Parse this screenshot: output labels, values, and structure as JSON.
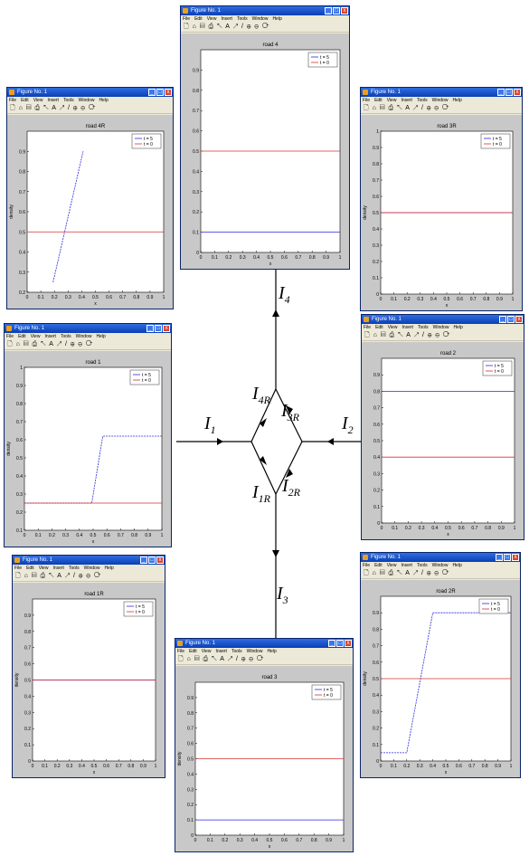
{
  "menu": [
    "File",
    "Edit",
    "View",
    "Insert",
    "Tools",
    "Window",
    "Help"
  ],
  "toolbar_glyphs": "🗋 ⌂ ▤ ⎙ ↖ A ↗ / ⊕ ⊖ ⟳",
  "colors": {
    "series1": "#2a2ad8",
    "series2": "#d83030",
    "axes_bg": "#ffffff",
    "fig_bg": "#c8c8c8",
    "window": "#ece9d8",
    "title": "#0a3fb5"
  },
  "diagram": {
    "labels": {
      "I1": "I",
      "I1s": "1",
      "I2": "I",
      "I2s": "2",
      "I3": "I",
      "I3s": "3",
      "I4": "I",
      "I4s": "4",
      "I1R": "I",
      "I1Rs": "1R",
      "I2R": "I",
      "I2Rs": "2R",
      "I3R": "I",
      "I3Rs": "3R",
      "I4R": "I",
      "I4Rs": "4R"
    }
  },
  "windows": [
    {
      "id": "w4",
      "title": "Figure No. 1",
      "chart": {
        "type": "line",
        "title": "road 4",
        "xlabel": "x",
        "ylabel": "",
        "xlim": [
          0,
          1
        ],
        "ylim": [
          0,
          1
        ],
        "xticks": [
          "0",
          "0.1",
          "0.2",
          "0.3",
          "0.4",
          "0.5",
          "0.6",
          "0.7",
          "0.8",
          "0.9",
          "1"
        ],
        "yticks": [
          "0",
          "0.1",
          "0.2",
          "0.3",
          "0.4",
          "0.5",
          "0.6",
          "0.7",
          "0.8",
          "0.9"
        ],
        "legend": [
          "t = 5",
          "t = 0"
        ],
        "series": [
          {
            "name": "t = 5",
            "color": "#2a2ad8",
            "dashed": false,
            "points": [
              [
                0,
                0.1
              ],
              [
                1,
                0.1
              ]
            ]
          },
          {
            "name": "t = 0",
            "color": "#d83030",
            "dashed": false,
            "points": [
              [
                0,
                0.5
              ],
              [
                1,
                0.5
              ]
            ]
          }
        ]
      }
    },
    {
      "id": "w4r",
      "title": "Figure No. 1",
      "chart": {
        "type": "line",
        "title": "road 4R",
        "xlabel": "x",
        "ylabel": "density",
        "xlim": [
          0,
          1
        ],
        "ylim": [
          0.2,
          1
        ],
        "xticks": [
          "0",
          "0.1",
          "0.2",
          "0.3",
          "0.4",
          "0.5",
          "0.6",
          "0.7",
          "0.8",
          "0.9",
          "1"
        ],
        "yticks": [
          "0.2",
          "0.3",
          "0.4",
          "0.5",
          "0.6",
          "0.7",
          "0.8",
          "0.9"
        ],
        "legend": [
          "t = 5",
          "t = 0"
        ],
        "series": [
          {
            "name": "t = 5",
            "color": "#2a2ad8",
            "dashed": true,
            "points": [
              [
                0.19,
                0.25
              ],
              [
                0.41,
                0.9
              ]
            ]
          },
          {
            "name": "t = 0",
            "color": "#d83030",
            "dashed": false,
            "points": [
              [
                0,
                0.5
              ],
              [
                1,
                0.5
              ]
            ]
          }
        ]
      }
    },
    {
      "id": "w3r",
      "title": "Figure No. 1",
      "chart": {
        "type": "line",
        "title": "road 3R",
        "xlabel": "x",
        "ylabel": "density",
        "xlim": [
          0,
          1
        ],
        "ylim": [
          0,
          1
        ],
        "xticks": [
          "0",
          "0.1",
          "0.2",
          "0.3",
          "0.4",
          "0.5",
          "0.6",
          "0.7",
          "0.8",
          "0.9",
          "1"
        ],
        "yticks": [
          "0",
          "0.1",
          "0.2",
          "0.3",
          "0.4",
          "0.5",
          "0.6",
          "0.7",
          "0.8",
          "0.9",
          "1"
        ],
        "legend": [
          "t = 5",
          "t = 0"
        ],
        "series": [
          {
            "name": "t = 5",
            "color": "#2a2ad8",
            "dashed": false,
            "points": [
              [
                0,
                0.5
              ],
              [
                1,
                0.5
              ]
            ]
          },
          {
            "name": "t = 0",
            "color": "#d83030",
            "dashed": false,
            "points": [
              [
                0,
                0.5
              ],
              [
                1,
                0.5
              ]
            ]
          }
        ]
      }
    },
    {
      "id": "w1",
      "title": "Figure No. 1",
      "chart": {
        "type": "line",
        "title": "road 1",
        "xlabel": "x",
        "ylabel": "density",
        "xlim": [
          0,
          1
        ],
        "ylim": [
          0.1,
          1
        ],
        "xticks": [
          "0",
          "0.1",
          "0.2",
          "0.3",
          "0.4",
          "0.5",
          "0.6",
          "0.7",
          "0.8",
          "0.9",
          "1"
        ],
        "yticks": [
          "0.1",
          "0.2",
          "0.3",
          "0.4",
          "0.5",
          "0.6",
          "0.7",
          "0.8",
          "0.9",
          "1"
        ],
        "legend": [
          "t = 5",
          "t = 0"
        ],
        "series": [
          {
            "name": "t = 5",
            "color": "#2a2ad8",
            "dashed": true,
            "points": [
              [
                0,
                0.25
              ],
              [
                0.49,
                0.25
              ],
              [
                0.57,
                0.62
              ],
              [
                1,
                0.62
              ]
            ]
          },
          {
            "name": "t = 0",
            "color": "#d83030",
            "dashed": false,
            "points": [
              [
                0,
                0.25
              ],
              [
                1,
                0.25
              ]
            ]
          }
        ]
      }
    },
    {
      "id": "w2",
      "title": "Figure No. 1",
      "chart": {
        "type": "line",
        "title": "road 2",
        "xlabel": "x",
        "ylabel": "",
        "xlim": [
          0,
          1
        ],
        "ylim": [
          0,
          1
        ],
        "xticks": [
          "0",
          "0.1",
          "0.2",
          "0.3",
          "0.4",
          "0.5",
          "0.6",
          "0.7",
          "0.8",
          "0.9",
          "1"
        ],
        "yticks": [
          "0",
          "0.1",
          "0.2",
          "0.3",
          "0.4",
          "0.5",
          "0.6",
          "0.7",
          "0.8",
          "0.9"
        ],
        "legend": [
          "t = 5",
          "t = 0"
        ],
        "series": [
          {
            "name": "t = 5",
            "color": "#2a2ad8",
            "dashed": false,
            "points": [
              [
                0,
                0.8
              ],
              [
                1,
                0.8
              ]
            ]
          },
          {
            "name": "t = 0",
            "color": "#d83030",
            "dashed": false,
            "points": [
              [
                0,
                0.4
              ],
              [
                1,
                0.4
              ]
            ]
          }
        ]
      }
    },
    {
      "id": "w1r",
      "title": "Figure No. 1",
      "chart": {
        "type": "line",
        "title": "road 1R",
        "xlabel": "x",
        "ylabel": "density",
        "xlim": [
          0,
          1
        ],
        "ylim": [
          0,
          1
        ],
        "xticks": [
          "0",
          "0.1",
          "0.2",
          "0.3",
          "0.4",
          "0.5",
          "0.6",
          "0.7",
          "0.8",
          "0.9",
          "1"
        ],
        "yticks": [
          "0",
          "0.1",
          "0.2",
          "0.3",
          "0.4",
          "0.5",
          "0.6",
          "0.7",
          "0.8",
          "0.9"
        ],
        "legend": [
          "t = 5",
          "t = 0"
        ],
        "series": [
          {
            "name": "t = 5",
            "color": "#2a2ad8",
            "dashed": false,
            "points": [
              [
                0,
                0.5
              ],
              [
                1,
                0.5
              ]
            ]
          },
          {
            "name": "t = 0",
            "color": "#d83030",
            "dashed": false,
            "points": [
              [
                0,
                0.5
              ],
              [
                1,
                0.5
              ]
            ]
          }
        ]
      }
    },
    {
      "id": "w2r",
      "title": "Figure No. 1",
      "chart": {
        "type": "line",
        "title": "road 2R",
        "xlabel": "x",
        "ylabel": "density",
        "xlim": [
          0,
          1
        ],
        "ylim": [
          0,
          1
        ],
        "xticks": [
          "0",
          "0.1",
          "0.2",
          "0.3",
          "0.4",
          "0.5",
          "0.6",
          "0.7",
          "0.8",
          "0.9",
          "1"
        ],
        "yticks": [
          "0",
          "0.1",
          "0.2",
          "0.3",
          "0.4",
          "0.5",
          "0.6",
          "0.7",
          "0.8",
          "0.9"
        ],
        "legend": [
          "t = 5",
          "t = 0"
        ],
        "series": [
          {
            "name": "t = 5",
            "color": "#2a2ad8",
            "dashed": true,
            "points": [
              [
                0,
                0.05
              ],
              [
                0.2,
                0.05
              ],
              [
                0.4,
                0.9
              ],
              [
                1,
                0.9
              ]
            ]
          },
          {
            "name": "t = 0",
            "color": "#d83030",
            "dashed": false,
            "points": [
              [
                0,
                0.5
              ],
              [
                1,
                0.5
              ]
            ]
          }
        ]
      }
    },
    {
      "id": "w3",
      "title": "Figure No. 1",
      "chart": {
        "type": "line",
        "title": "road 3",
        "xlabel": "x",
        "ylabel": "density",
        "xlim": [
          0,
          1
        ],
        "ylim": [
          0,
          1
        ],
        "xticks": [
          "0",
          "0.1",
          "0.2",
          "0.3",
          "0.4",
          "0.5",
          "0.6",
          "0.7",
          "0.8",
          "0.9",
          "1"
        ],
        "yticks": [
          "0",
          "0.1",
          "0.2",
          "0.3",
          "0.4",
          "0.5",
          "0.6",
          "0.7",
          "0.8",
          "0.9"
        ],
        "legend": [
          "t = 5",
          "t = 0"
        ],
        "series": [
          {
            "name": "t = 5",
            "color": "#2a2ad8",
            "dashed": false,
            "points": [
              [
                0,
                0.1
              ],
              [
                1,
                0.1
              ]
            ]
          },
          {
            "name": "t = 0",
            "color": "#d83030",
            "dashed": false,
            "points": [
              [
                0,
                0.5
              ],
              [
                1,
                0.5
              ]
            ]
          }
        ]
      }
    }
  ]
}
